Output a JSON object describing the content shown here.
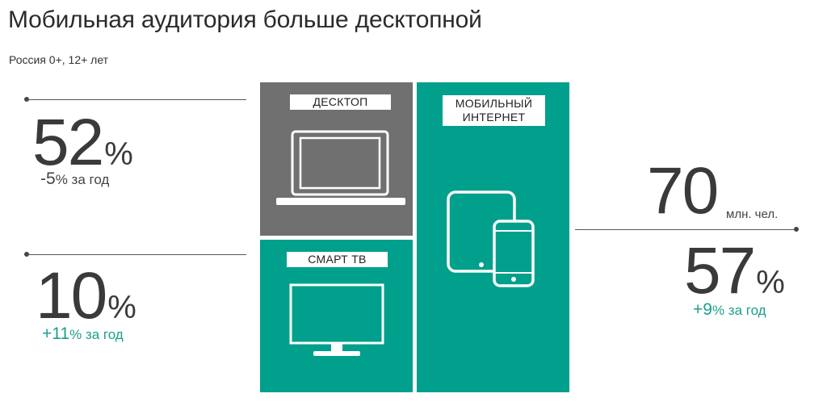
{
  "title": "Мобильная аудитория больше десктопной",
  "subtitle": "Россия 0+, 12+ лет",
  "desktop": {
    "label": "ДЕСКТОП",
    "value": "52",
    "percent_sign": "%",
    "change_sign": "-5",
    "change_text": "% за год",
    "icon": "laptop-icon"
  },
  "smart_tv": {
    "label": "СМАРТ ТВ",
    "value": "10",
    "percent_sign": "%",
    "change_sign": "+11",
    "change_text": "% за год",
    "icon": "tv-monitor-icon"
  },
  "mobile": {
    "label_line1": "МОБИЛЬНЫЙ",
    "label_line2": "ИНТЕРНЕТ",
    "audience": "70",
    "audience_unit": "млн. чел.",
    "value": "57",
    "percent_sign": "%",
    "change_sign": "+9",
    "change_text": "% за год",
    "icon": "tablet-phone-icon"
  },
  "colors": {
    "tile_gray": "#707070",
    "tile_green": "#00a08c",
    "accent_green": "#1aa18a",
    "text_dark": "#333333"
  }
}
